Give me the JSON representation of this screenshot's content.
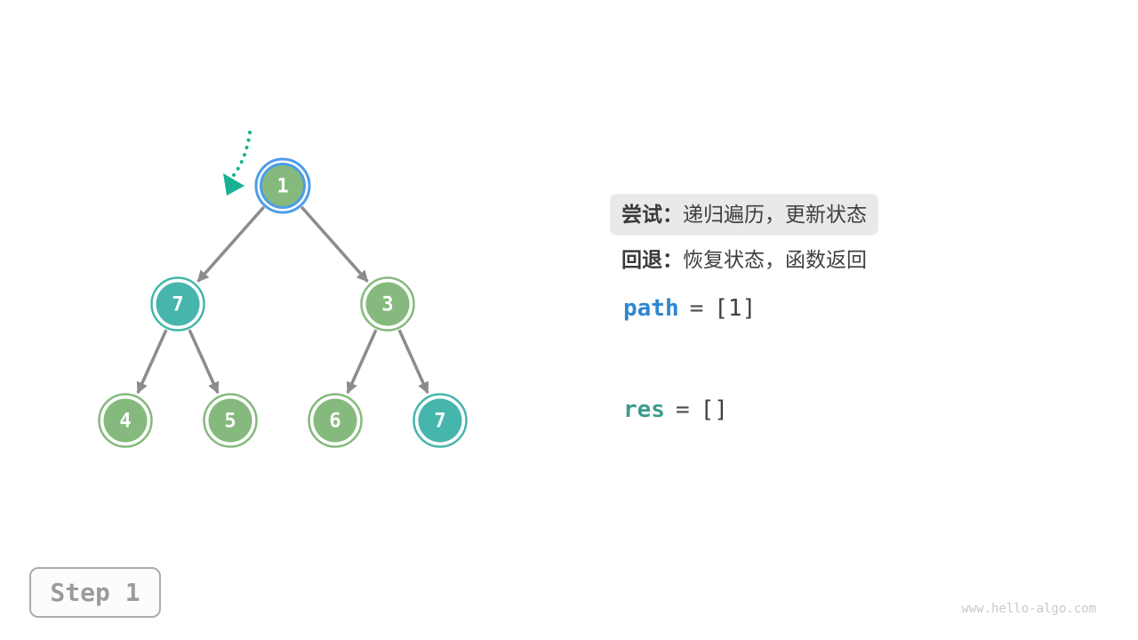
{
  "figure": {
    "title": "backtracking preorder traversal step diagram",
    "step_label": "Step 1",
    "watermark": "www.hello-algo.com"
  },
  "colors": {
    "node_green": "#85B97D",
    "node_teal": "#46B5AC",
    "highlight_ring": "#4D9DE8",
    "edge": "#8C8C8C",
    "pointer": "#16B292",
    "note_bg": "#E9E9E9",
    "text_dark": "#3F3F3F",
    "path_var_blue": "#2E86D1",
    "res_var_teal": "#3D9C8E",
    "step_gray": "#9B9B9B",
    "watermark_gray": "#C9C9C9"
  },
  "tree": {
    "nodes": [
      {
        "value": "1",
        "color": "#85B97D",
        "current": true
      },
      {
        "value": "7",
        "color": "#46B5AC",
        "current": false
      },
      {
        "value": "3",
        "color": "#85B97D",
        "current": false
      },
      {
        "value": "4",
        "color": "#85B97D",
        "current": false
      },
      {
        "value": "5",
        "color": "#85B97D",
        "current": false
      },
      {
        "value": "6",
        "color": "#85B97D",
        "current": false
      },
      {
        "value": "7",
        "color": "#46B5AC",
        "current": false
      }
    ],
    "edges": [
      [
        0,
        1
      ],
      [
        0,
        2
      ],
      [
        1,
        3
      ],
      [
        1,
        4
      ],
      [
        2,
        5
      ],
      [
        2,
        6
      ]
    ]
  },
  "panel": {
    "try": {
      "label": "尝试：",
      "text": "递归遍历，更新状态"
    },
    "back": {
      "label": "回退：",
      "text": "恢复状态，函数返回"
    },
    "path": {
      "name": "path",
      "op": "=",
      "value": "[1]"
    },
    "res": {
      "name": "res",
      "op": "=",
      "value": "[]"
    }
  }
}
